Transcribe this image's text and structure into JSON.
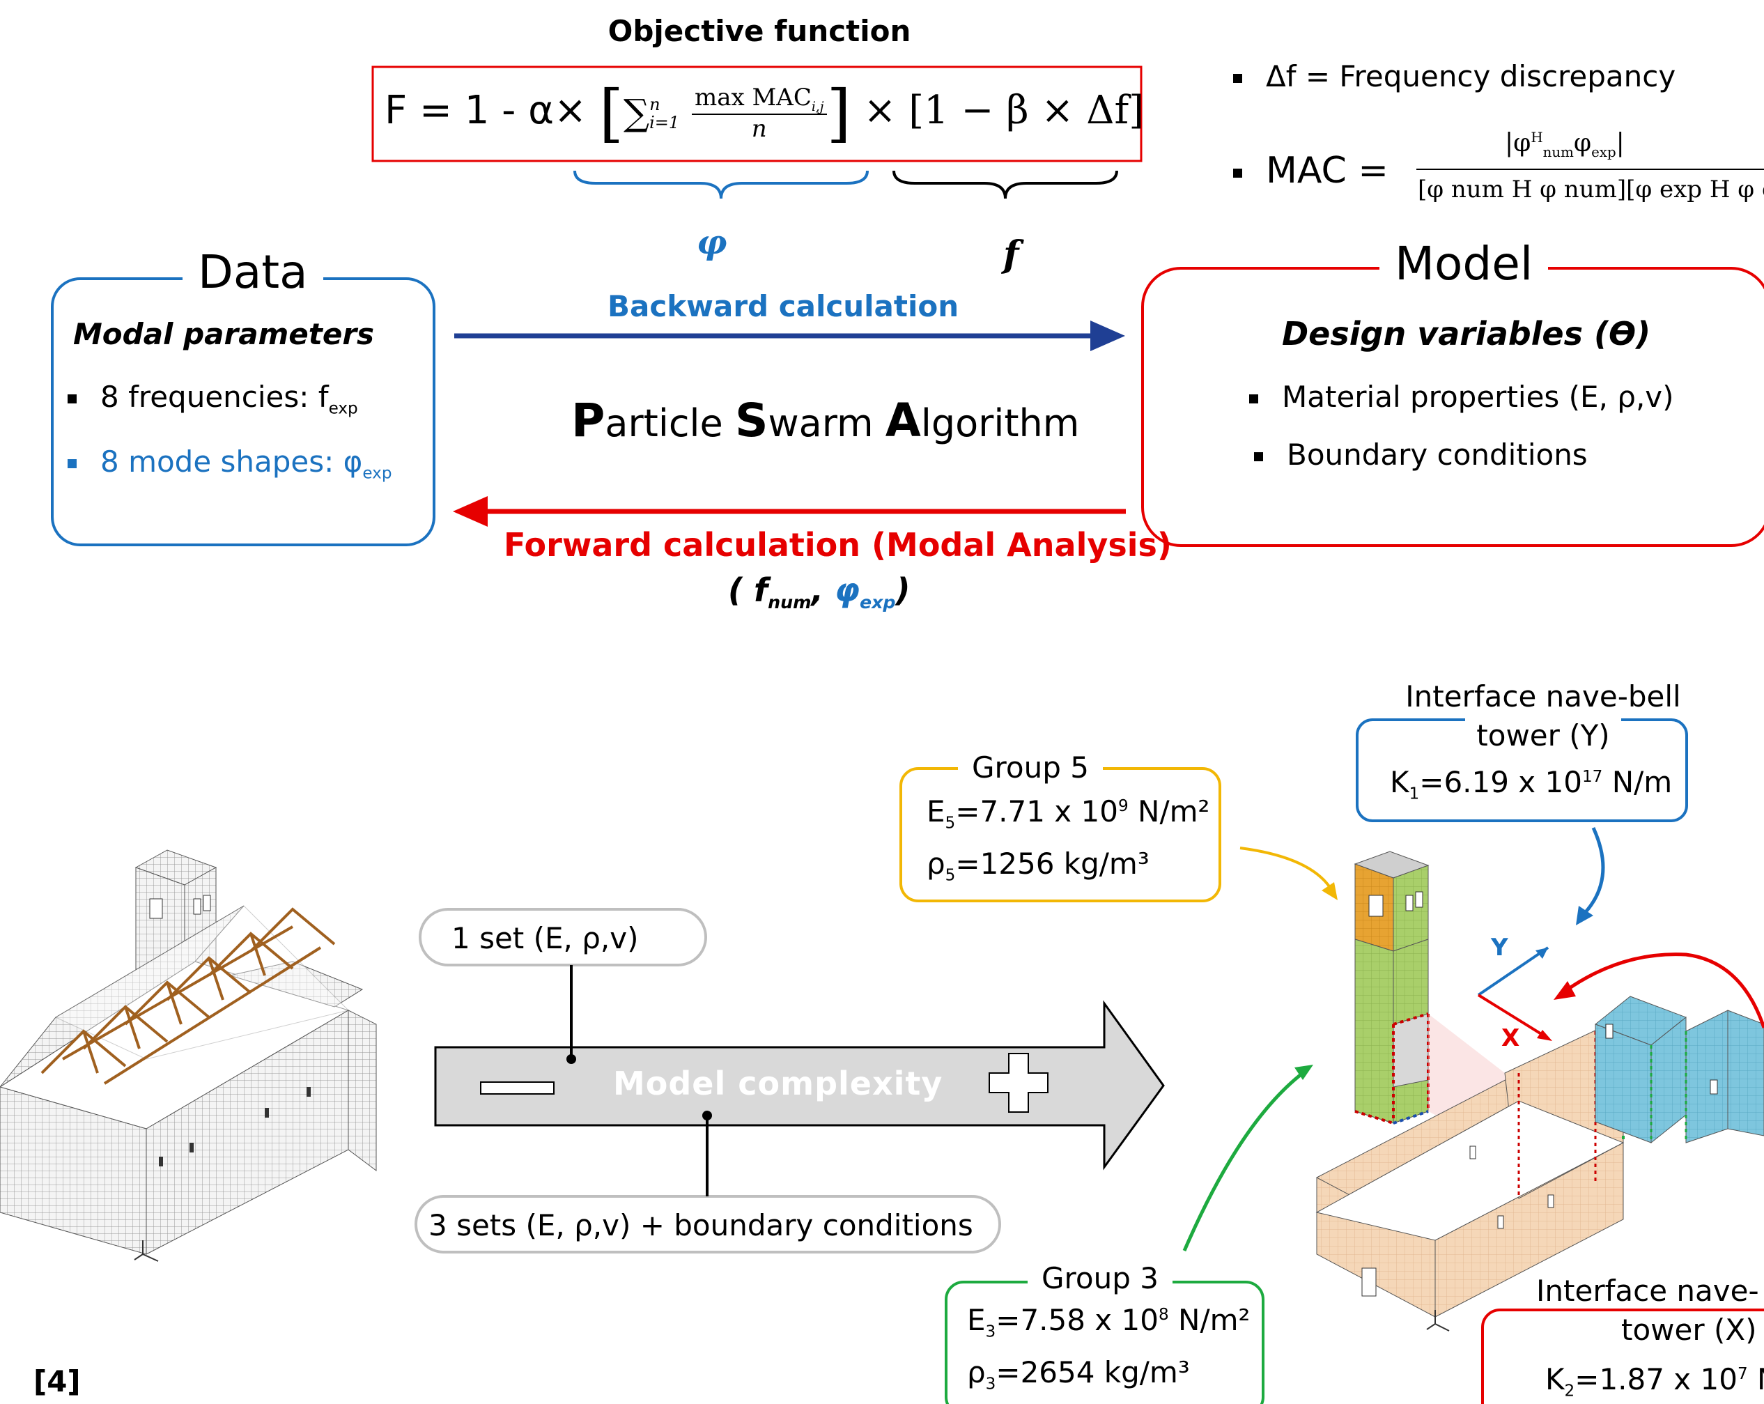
{
  "objective": {
    "title": "Objective function",
    "formula_lead": "F = 1 - α×",
    "sum_symbol": "∑",
    "sum_upper": "n",
    "sum_lower": "i=1",
    "frac_num": "max MAC",
    "frac_num_sub": "i,j",
    "frac_den": "n",
    "formula_tail": "× [1 − β × Δf]",
    "brace_left_symbol": "φ",
    "brace_right_symbol": "f"
  },
  "legend": {
    "item1": "Δf = Frequency discrepancy",
    "mac_lhs": "MAC =",
    "mac_num": "|φ",
    "mac_num_sup": "H",
    "mac_num_sub": "num",
    "mac_num_tail": "φ",
    "mac_num_tail_sub": "exp",
    "mac_num_close": "|",
    "mac_den": "[φ num H φ num][φ exp H φ exp]"
  },
  "data_box": {
    "title": "Data",
    "subtitle": "Modal parameters",
    "item1": "8 frequencies: f",
    "item1_sub": "exp",
    "item2": "8 mode shapes: φ",
    "item2_sub": "exp"
  },
  "model_box": {
    "title": "Model",
    "subtitle": "Design variables (ϴ)",
    "item1": "Material properties (E, ρ,v)",
    "item2": "Boundary conditions"
  },
  "arrows": {
    "backward": "Backward calculation",
    "forward": "Forward calculation (Modal Analysis)",
    "forward_paren_open": "(",
    "forward_fnum": "f",
    "forward_fnum_sub": "num",
    "forward_comma": ",",
    "forward_phiexp": "φ",
    "forward_phiexp_sub": "exp",
    "forward_paren_close": ")"
  },
  "psa": {
    "p": "P",
    "article": "article ",
    "s": "S",
    "warm": "warm ",
    "a": "A",
    "lgorithm": "lgorithm"
  },
  "complexity": {
    "label": "Model  complexity",
    "set1": "1 set (E, ρ,v)",
    "set3": "3 sets (E, ρ,v) + boundary conditions"
  },
  "group5": {
    "title": "Group 5",
    "e_lead": "E",
    "e_sub": "5",
    "e_val": "=7.71 x 10",
    "e_exp": "9",
    "e_unit": " N/m²",
    "r_lead": "ρ",
    "r_sub": "5",
    "r_val": "=1256 kg/m³"
  },
  "group3": {
    "title": "Group 3",
    "e_lead": "E",
    "e_sub": "3",
    "e_val": "=7.58 x 10",
    "e_exp": "8",
    "e_unit": " N/m²",
    "r_lead": "ρ",
    "r_sub": "3",
    "r_val": "=2654 kg/m³"
  },
  "interface_y": {
    "title_line1": "Interface nave-bell",
    "title_line2": "tower (Y)",
    "k_lead": "K",
    "k_sub": "1",
    "k_val": "=6.19 x 10",
    "k_exp": "17",
    "k_unit": " N/m"
  },
  "interface_x": {
    "title_line1": "Interface nave-",
    "title_line2": "tower (X)",
    "k_lead": "K",
    "k_sub": "2",
    "k_val": "=1.87 x 10",
    "k_exp": "7",
    "k_unit": " N"
  },
  "axes": {
    "x": "X",
    "y": "Y"
  },
  "reference": "[4]",
  "colors": {
    "blue": "#1B72C0",
    "red": "#E60000",
    "dark_blue_arrow": "#1F3F94",
    "yellow": "#F2B705",
    "green": "#1DAA3F",
    "gray_arrow": "#D9D9D9"
  }
}
